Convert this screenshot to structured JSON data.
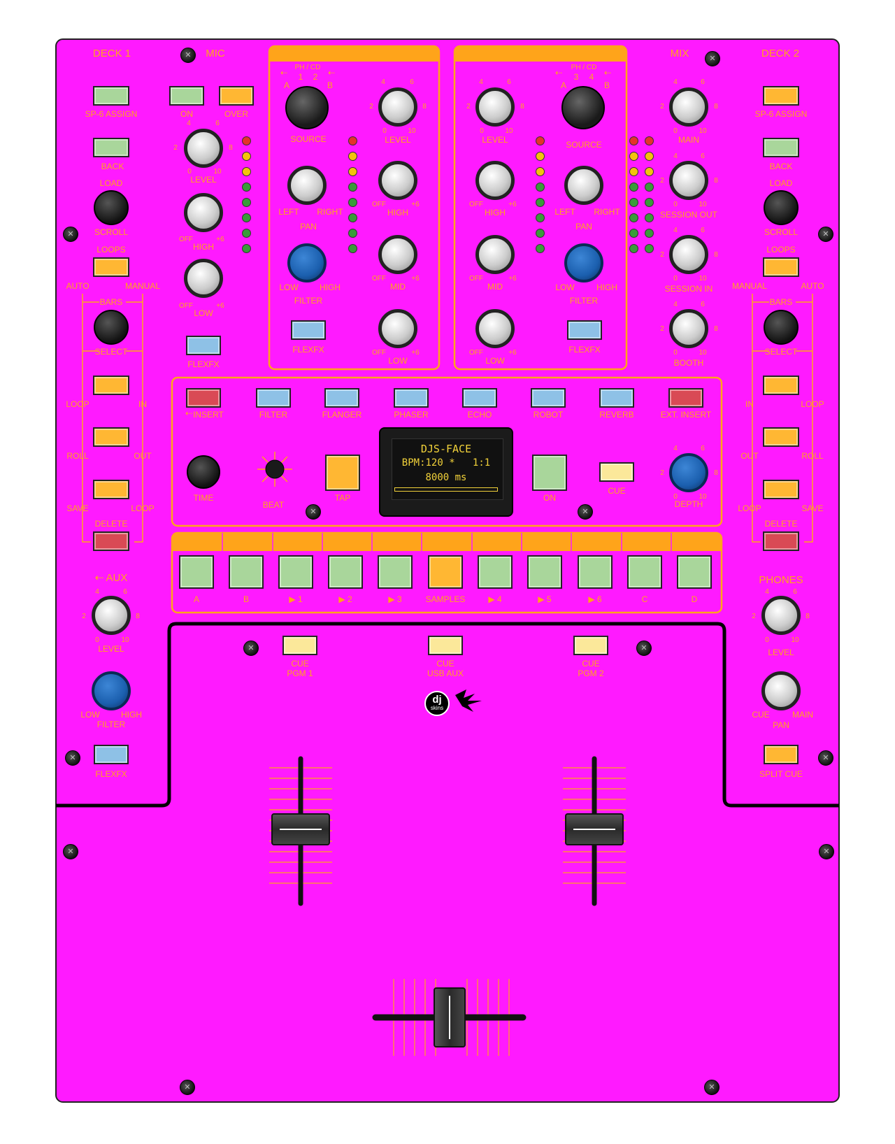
{
  "colors": {
    "panel": "#ff1aff",
    "accent": "#ffa41a",
    "btn_green": "#a9d69b",
    "btn_orange": "#ffb733",
    "btn_blue": "#8ec1e6",
    "btn_red": "#d94a55",
    "btn_yellow": "#fbe89a",
    "knob_blue": "#1b5fae",
    "knob_dark": "#222222",
    "led_red": "#e5322b",
    "led_yellow": "#f4c20d",
    "led_green": "#3a9a3a"
  },
  "deck1": {
    "title": "DECK 1",
    "sp6_assign": "SP-6 ASSIGN",
    "back": "BACK",
    "load": "LOAD",
    "scroll": "SCROLL",
    "loops": "LOOPS",
    "auto": "AUTO",
    "manual": "MANUAL",
    "bars": "BARS",
    "select": "SELECT",
    "loop1": "LOOP",
    "in": "IN",
    "roll": "ROLL",
    "out": "OUT",
    "save": "SAVE",
    "loop2": "LOOP",
    "delete": "DELETE"
  },
  "deck2": {
    "title": "DECK 2",
    "sp6_assign": "SP-6 ASSIGN",
    "back": "BACK",
    "load": "LOAD",
    "scroll": "SCROLL",
    "loops": "LOOPS",
    "manual": "MANUAL",
    "auto": "AUTO",
    "bars": "BARS",
    "select": "SELECT",
    "in": "IN",
    "loop1": "LOOP",
    "out": "OUT",
    "roll": "ROLL",
    "loop2": "LOOP",
    "save": "SAVE",
    "delete": "DELETE"
  },
  "mic": {
    "title": "MIC",
    "on": "ON",
    "over": "OVER",
    "level": "LEVEL",
    "high": "HIGH",
    "low": "LOW",
    "flexfx": "FLEXFX"
  },
  "channel1": {
    "ph_cd": "PH / CD",
    "a": "A",
    "b": "B",
    "n1": "1",
    "n2": "2",
    "source": "SOURCE",
    "level": "LEVEL",
    "pan": "PAN",
    "left": "LEFT",
    "right": "RIGHT",
    "high": "HIGH",
    "mid": "MID",
    "low": "LOW",
    "filter": "FILTER",
    "filter_low": "LOW",
    "filter_high": "HIGH",
    "flexfx": "FLEXFX"
  },
  "channel2": {
    "ph_cd": "PH / CD",
    "a": "A",
    "b": "B",
    "n3": "3",
    "n4": "4",
    "source": "SOURCE",
    "level": "LEVEL",
    "pan": "PAN",
    "left": "LEFT",
    "right": "RIGHT",
    "high": "HIGH",
    "mid": "MID",
    "low": "LOW",
    "filter": "FILTER",
    "filter_low": "LOW",
    "filter_high": "HIGH",
    "flexfx": "FLEXFX"
  },
  "mix": {
    "title": "MIX",
    "main": "MAIN",
    "session_out": "SESSION OUT",
    "session_in": "SESSION IN",
    "booth": "BOOTH"
  },
  "scale": {
    "zero": "0",
    "two": "2",
    "four": "4",
    "six": "6",
    "eight": "8",
    "ten": "10",
    "off": "OFF",
    "plus6": "+6"
  },
  "fx": {
    "buttons": [
      "INSERT",
      "FILTER",
      "FLANGER",
      "PHASER",
      "ECHO",
      "ROBOT",
      "REVERB",
      "EXT. INSERT"
    ],
    "time": "TIME",
    "beat": "BEAT",
    "tap": "TAP",
    "on": "ON",
    "cue": "CUE",
    "depth": "DEPTH",
    "display_line1": "DJS-FACE",
    "display_line2": "BPM:120 *   1:1",
    "display_line3": "8000 ms"
  },
  "pads": [
    "A",
    "B",
    "▶ 1",
    "▶ 2",
    "▶ 3",
    "SAMPLES",
    "▶ 4",
    "▶ 5",
    "▶ 6",
    "C",
    "D"
  ],
  "aux": {
    "title": "AUX",
    "level": "LEVEL",
    "filter": "FILTER",
    "low": "LOW",
    "high": "HIGH",
    "flexfx": "FLEXFX"
  },
  "phones": {
    "title": "PHONES",
    "level": "LEVEL",
    "pan": "PAN",
    "cue": "CUE",
    "main": "MAIN",
    "split_cue": "SPLIT CUE"
  },
  "cue_buttons": [
    {
      "line1": "CUE",
      "line2": "PGM 1"
    },
    {
      "line1": "CUE",
      "line2": "USB AUX"
    },
    {
      "line1": "CUE",
      "line2": "PGM 2"
    }
  ],
  "logo": {
    "text1": "dj",
    "text2": "skins"
  }
}
